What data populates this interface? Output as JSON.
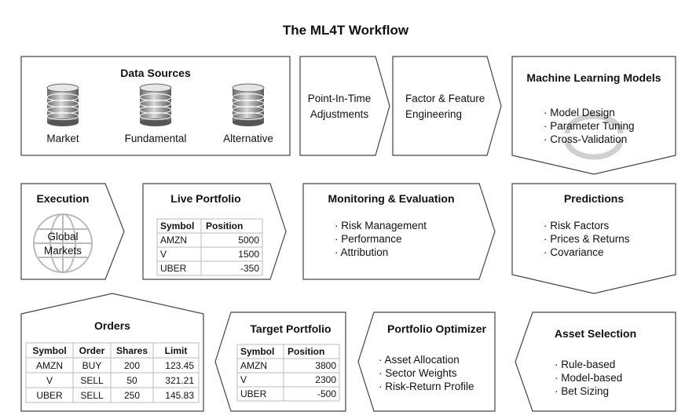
{
  "title": "The ML4T Workflow",
  "data_sources": {
    "title": "Data Sources",
    "items": [
      "Market",
      "Fundamental",
      "Alternative"
    ]
  },
  "point_in_time": {
    "lines": [
      "Point-In-Time",
      "Adjustments"
    ]
  },
  "factor_engineering": {
    "lines": [
      "Factor & Feature",
      "Engineering"
    ]
  },
  "ml_models": {
    "title": "Machine Learning Models",
    "bullets": [
      "Model Design",
      "Parameter Tuning",
      "Cross-Validation"
    ]
  },
  "execution": {
    "title": "Execution",
    "globe_lines": [
      "Global",
      "Markets"
    ]
  },
  "live_portfolio": {
    "title": "Live Portfolio",
    "headers": [
      "Symbol",
      "Position"
    ],
    "rows": [
      [
        "AMZN",
        "5000"
      ],
      [
        "V",
        "1500"
      ],
      [
        "UBER",
        "-350"
      ]
    ]
  },
  "monitoring": {
    "title": "Monitoring & Evaluation",
    "bullets": [
      "Risk Management",
      "Performance",
      "Attribution"
    ]
  },
  "predictions": {
    "title": "Predictions",
    "bullets": [
      "Risk Factors",
      "Prices & Returns",
      "Covariance"
    ]
  },
  "orders": {
    "title": "Orders",
    "headers": [
      "Symbol",
      "Order",
      "Shares",
      "Limit"
    ],
    "rows": [
      [
        "AMZN",
        "BUY",
        "200",
        "123.45"
      ],
      [
        "V",
        "SELL",
        "50",
        "321.21"
      ],
      [
        "UBER",
        "SELL",
        "250",
        "145.83"
      ]
    ]
  },
  "target_portfolio": {
    "title": "Target Portfolio",
    "headers": [
      "Symbol",
      "Position"
    ],
    "rows": [
      [
        "AMZN",
        "3800"
      ],
      [
        "V",
        "2300"
      ],
      [
        "UBER",
        "-500"
      ]
    ]
  },
  "optimizer": {
    "title": "Portfolio Optimizer",
    "bullets": [
      "Asset Allocation",
      "Sector Weights",
      "Risk-Return Profile"
    ]
  },
  "asset_selection": {
    "title": "Asset Selection",
    "bullets": [
      "Rule-based",
      "Model-based",
      "Bet Sizing"
    ]
  },
  "colors": {
    "stroke": "#444444",
    "grid": "#bbbbbb",
    "text": "#111111"
  }
}
